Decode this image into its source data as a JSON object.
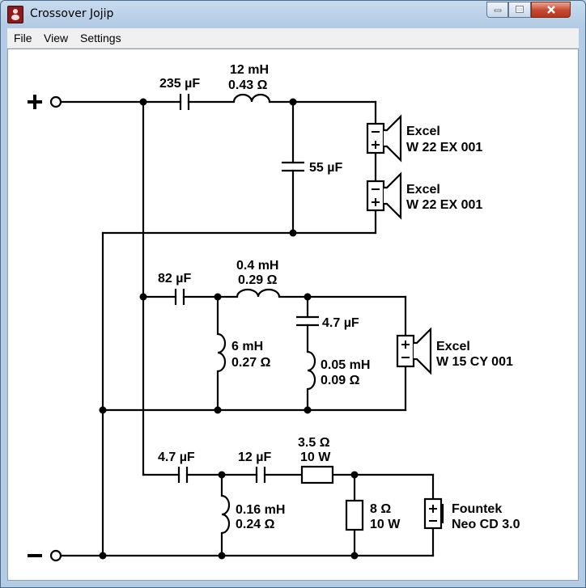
{
  "window": {
    "title": "Crossover Jojip"
  },
  "menu": {
    "items": [
      "File",
      "View",
      "Settings"
    ]
  },
  "terminals": {
    "positive": "+",
    "negative": "−"
  },
  "woofer_section": {
    "cap_series": "235 µF",
    "inductor_value": "12 mH",
    "inductor_resistance": "0.43 Ω",
    "cap_shunt": "55 µF",
    "driver1_brand": "Excel",
    "driver1_model": "W 22 EX 001",
    "driver2_brand": "Excel",
    "driver2_model": "W 22 EX 001"
  },
  "mid_section": {
    "cap_series": "82 µF",
    "inductor_series_value": "0.4 mH",
    "inductor_series_resistance": "0.29 Ω",
    "inductor_shunt_value": "6 mH",
    "inductor_shunt_resistance": "0.27 Ω",
    "cap_notch": "4.7 µF",
    "inductor_notch_value": "0.05 mH",
    "inductor_notch_resistance": "0.09 Ω",
    "driver_brand": "Excel",
    "driver_model": "W 15 CY 001"
  },
  "tweeter_section": {
    "cap1": "4.7 µF",
    "cap2": "12 µF",
    "inductor_value": "0.16 mH",
    "inductor_resistance": "0.24 Ω",
    "resistor_series_value": "3.5 Ω",
    "resistor_series_power": "10 W",
    "resistor_shunt_value": "8 Ω",
    "resistor_shunt_power": "10 W",
    "driver_brand": "Fountek",
    "driver_model": "Neo CD 3.0"
  }
}
